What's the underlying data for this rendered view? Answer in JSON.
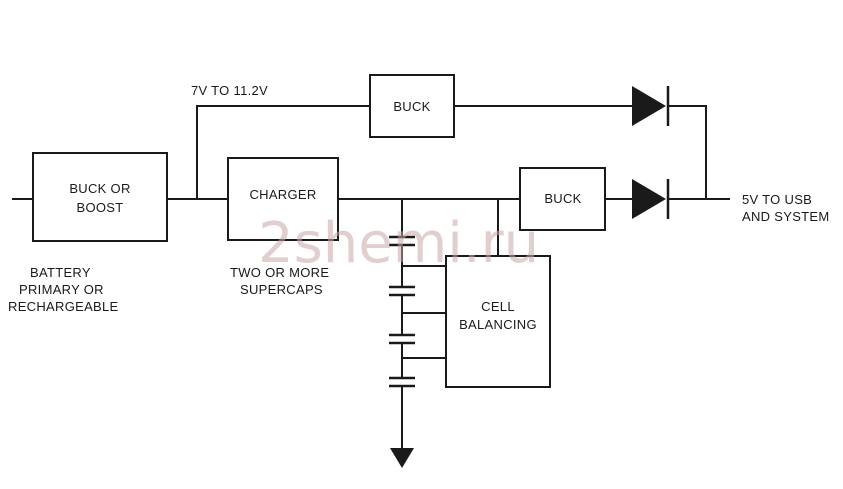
{
  "blocks": {
    "buck_boost": [
      "BUCK OR",
      "BOOST"
    ],
    "charger": "CHARGER",
    "buck_top": "BUCK",
    "buck_mid": "BUCK",
    "cell_balancing": [
      "CELL",
      "BALANCING"
    ]
  },
  "labels": {
    "voltage_range": "7V TO 11.2V",
    "output": [
      "5V TO USB",
      "AND SYSTEM"
    ],
    "battery": [
      "BATTERY",
      "PRIMARY OR",
      "RECHARGEABLE"
    ],
    "supercaps": [
      "TWO OR MORE",
      "SUPERCAPS"
    ]
  },
  "watermark": "2shemi.ru"
}
